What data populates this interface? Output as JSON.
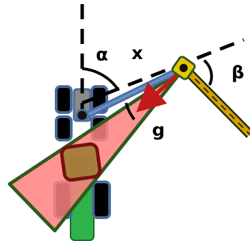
{
  "labels": {
    "alpha": "α",
    "x": "x",
    "beta": "β",
    "g": "g"
  },
  "colors": {
    "cone_fill": "#ff8080",
    "cone_stroke": "#2e5a1c",
    "tractor_body": "#2fb24a",
    "wheel_fill": "#000000",
    "wheel_border": "#4a6b9a",
    "rear_wheel_fill": "#7a0f0f",
    "arm_fill": "#d4a000",
    "arm_edge": "#1e2a10",
    "vector_blue": "#4a6fa5",
    "vector_red": "#c41a1a",
    "hitch_fill": "#9a7a30"
  },
  "icons": {
    "tractor": "tractor-top-view-icon",
    "sensor": "sensor-head-icon"
  }
}
